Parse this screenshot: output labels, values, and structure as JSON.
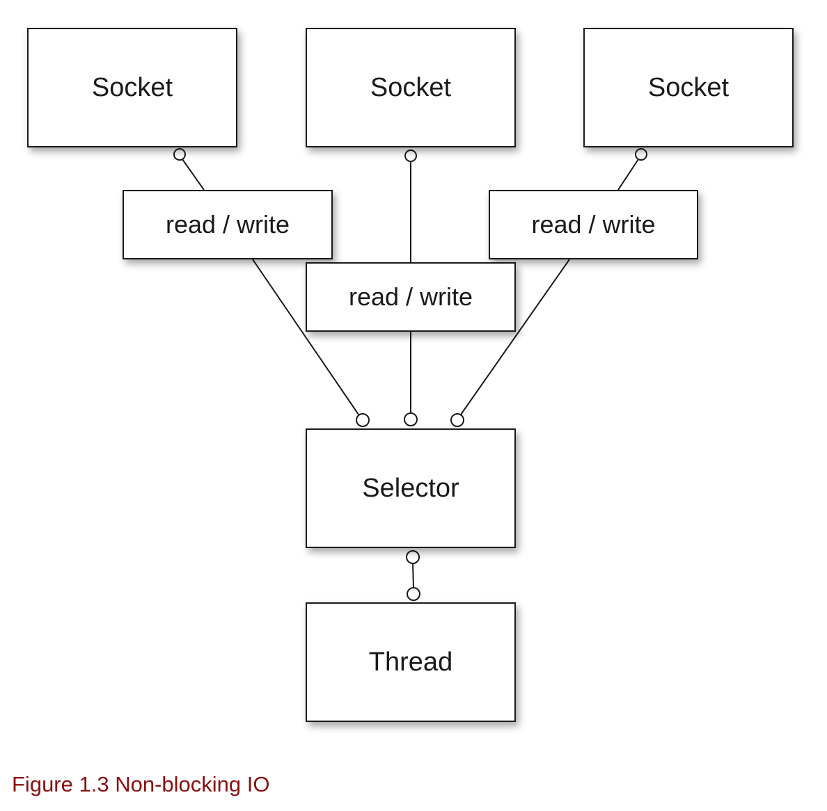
{
  "nodes": {
    "socket_1": "Socket",
    "socket_2": "Socket",
    "socket_3": "Socket",
    "rw_1": "read / write",
    "rw_2": "read / write",
    "rw_3": "read / write",
    "selector": "Selector",
    "thread": "Thread"
  },
  "caption": "Figure 1.3 Non-blocking IO",
  "colors": {
    "caption": "#8a1010",
    "stroke": "#1a1a1a"
  }
}
